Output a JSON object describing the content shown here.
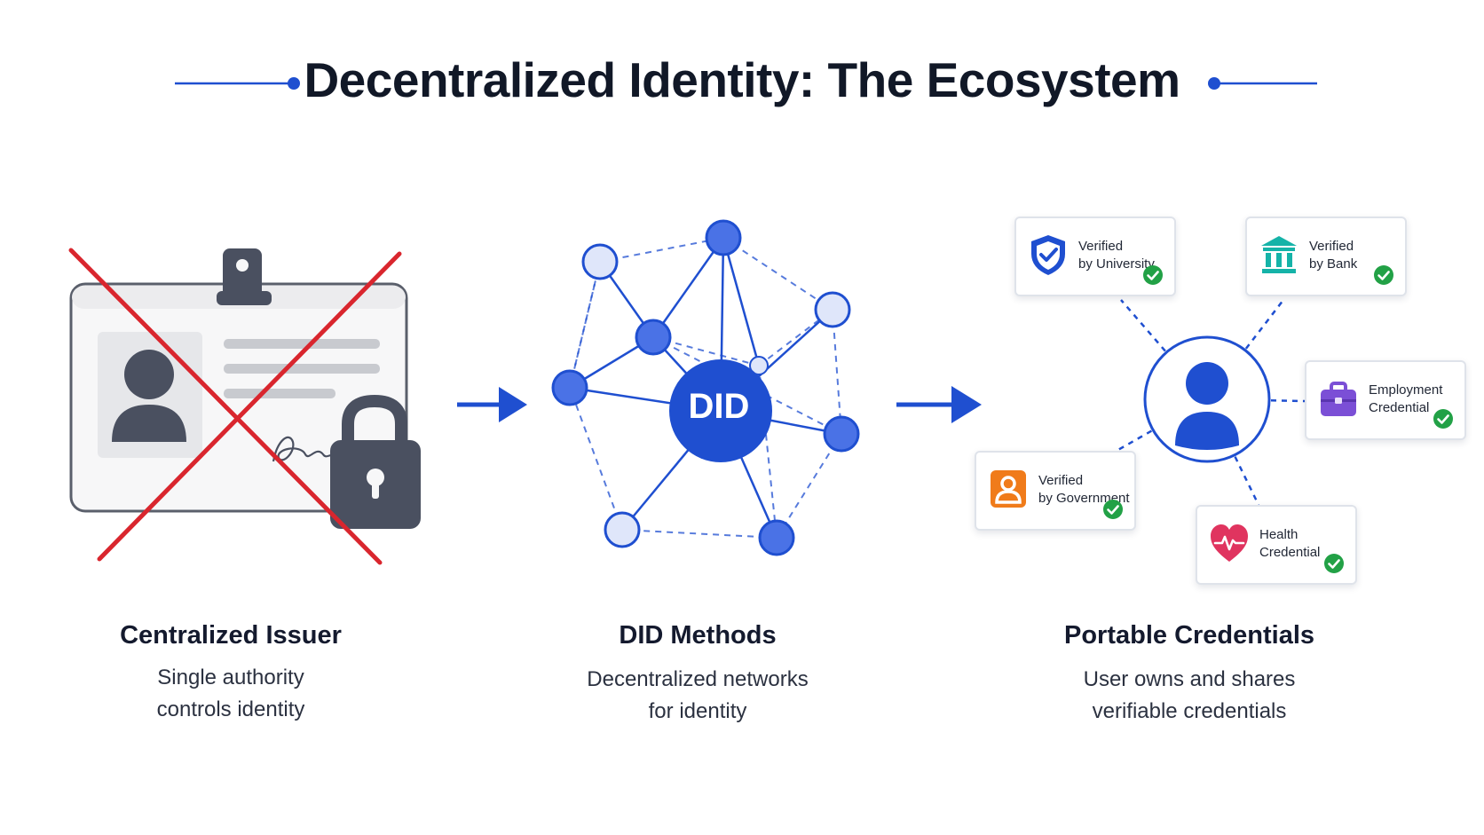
{
  "title": "Decentralized Identity: The Ecosystem",
  "colors": {
    "accent": "#1f4fd0",
    "cross": "#d9262e",
    "dark_gray": "#4a5060",
    "check": "#22a146"
  },
  "columns": [
    {
      "title": "Centralized Issuer",
      "description": [
        "Single authority",
        "controls identity"
      ]
    },
    {
      "title": "DID Methods",
      "description": [
        "Decentralized networks",
        "for identity"
      ]
    },
    {
      "title": "Portable Credentials",
      "description": [
        "User owns and shares",
        "verifiable credentials"
      ]
    }
  ],
  "network": {
    "center_label": "DID"
  },
  "credentials": [
    {
      "lines": [
        "Verified",
        "by University"
      ],
      "icon": "shield-check-icon",
      "color": "#1f4fd0"
    },
    {
      "lines": [
        "Verified",
        "by Bank"
      ],
      "icon": "bank-icon",
      "color": "#15b3a8"
    },
    {
      "lines": [
        "Employment",
        "Credential"
      ],
      "icon": "briefcase-icon",
      "color": "#7b4fd6"
    },
    {
      "lines": [
        "Verified",
        "by Government"
      ],
      "icon": "person-badge-icon",
      "color": "#f07b1a"
    },
    {
      "lines": [
        "Health",
        "Credential"
      ],
      "icon": "heart-pulse-icon",
      "color": "#e0345f"
    }
  ]
}
